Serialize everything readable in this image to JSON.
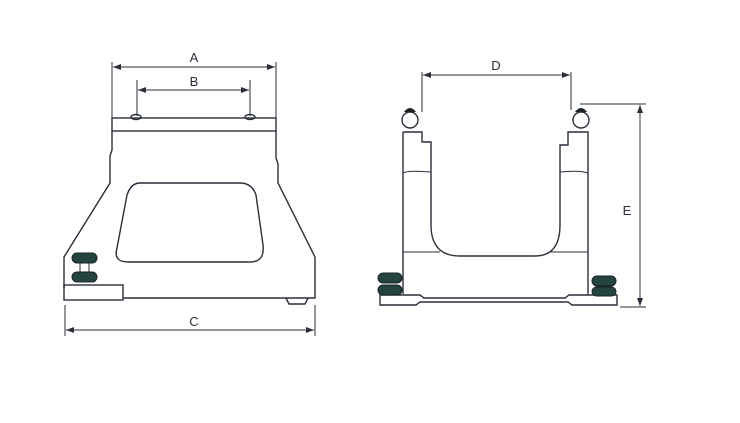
{
  "diagram": {
    "front_view": {
      "dimension_labels": {
        "a": "A",
        "b": "B",
        "c": "C"
      }
    },
    "side_view": {
      "dimension_labels": {
        "d": "D",
        "e": "E"
      }
    },
    "colors": {
      "line": "#2a2f3a",
      "spring": "#24443f"
    }
  }
}
